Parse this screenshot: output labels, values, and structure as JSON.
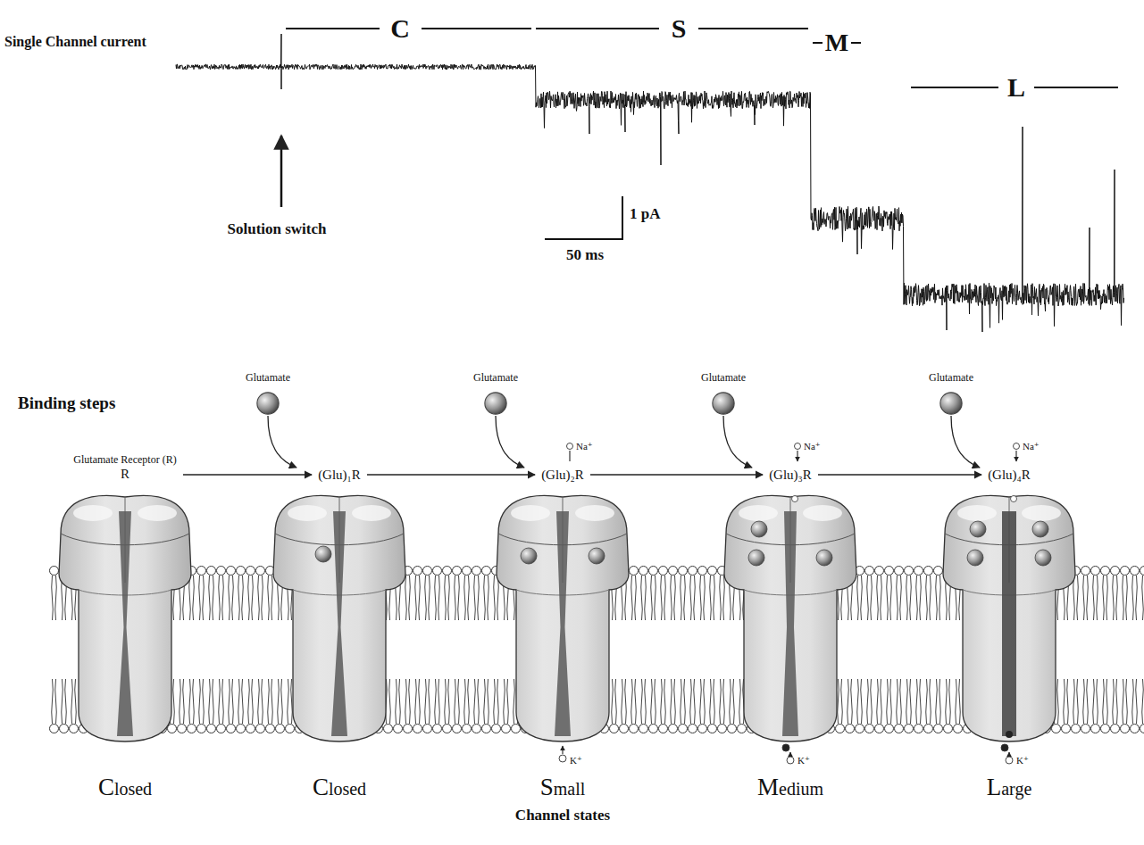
{
  "diagram": {
    "nodes": [
      {
        "text": [
          "Glutamate Receptor (R)",
          "R"
        ]
      },
      {
        "text": [
          "(Glu)₁R"
        ]
      },
      {
        "text": [
          "(Glu)₂R"
        ]
      },
      {
        "text": [
          "(Glu)₃R"
        ]
      },
      {
        "text": [
          "(Glu)₄R"
        ]
      }
    ],
    "edges": [
      {
        "from": 0,
        "to": 1,
        "arrow": "to"
      },
      {
        "from": 1,
        "to": 2,
        "arrow": "to"
      },
      {
        "from": 2,
        "to": 3,
        "arrow": "to"
      },
      {
        "from": 3,
        "to": 4,
        "arrow": "to"
      }
    ],
    "labels": [
      "Single Channel current",
      "C",
      "S",
      "M",
      "L",
      "Solution switch",
      "1 pA",
      "50 ms",
      "Binding steps",
      "Glutamate",
      "Glutamate",
      "Glutamate",
      "Glutamate",
      "Na⁺",
      "Na⁺",
      "Na⁺",
      "K⁺",
      "K⁺",
      "K⁺",
      "Closed",
      "Closed",
      "Small",
      "Medium",
      "Large",
      "Channel states"
    ]
  }
}
